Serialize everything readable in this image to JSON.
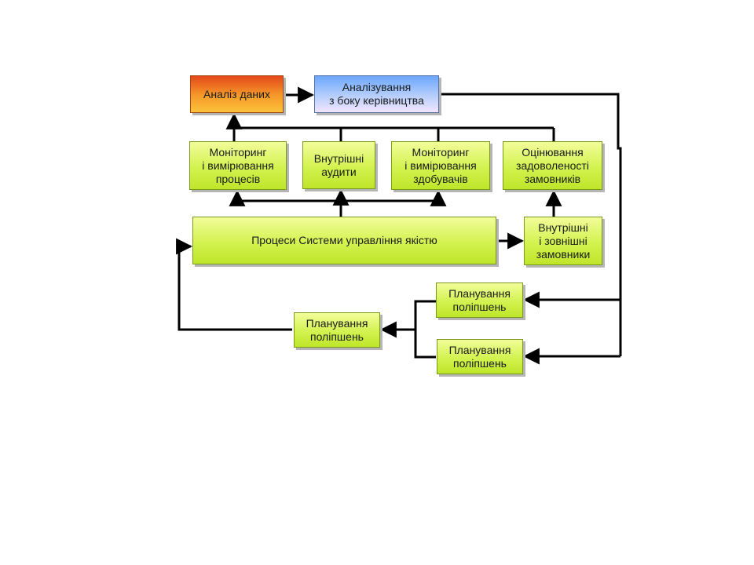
{
  "diagram": {
    "nodes": {
      "data_analysis": "Аналіз даних",
      "management_analysis": "Аналізування\nз боку керівництва",
      "process_monitoring": "Моніторинг\nі вимірювання\nпроцесів",
      "internal_audits": "Внутрішні\nаудити",
      "supplier_monitoring": "Моніторинг\nі вимірювання\nздобувачів",
      "customer_satisfaction": "Оцінювання\nзадоволеності\nзамовників",
      "qms_processes": "Процеси Системи управління якістю",
      "customers": "Внутрішні\nі зовнішні\nзамовники",
      "improvement_planning_top": "Планування\nполіпшень",
      "improvement_planning_mid": "Планування\nполіпшень",
      "improvement_planning_bottom": "Планування\nполіпшень"
    },
    "colors": {
      "process_fill": "#d3f24f",
      "data_analysis_fill": "#f69b2a",
      "management_fill": "#b7cffb",
      "connector": "#000000"
    }
  }
}
